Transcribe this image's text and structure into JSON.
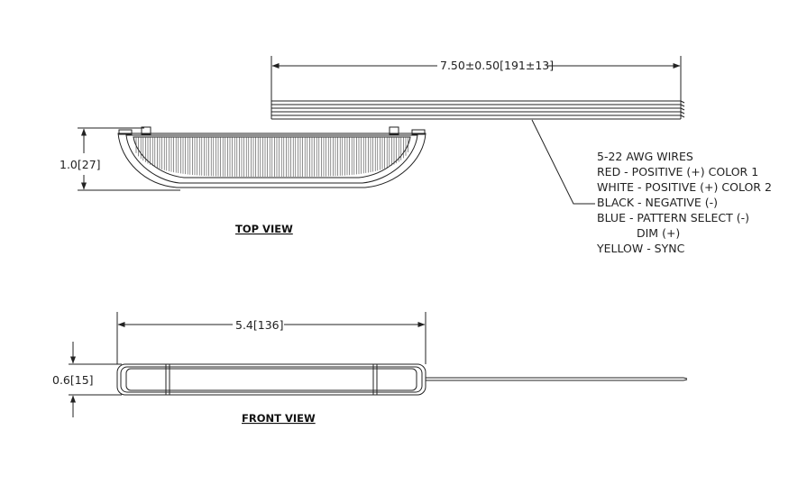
{
  "dimensions": {
    "wire_length": "7.50±0.50[191±13]",
    "top_height": "1.0[27]",
    "front_width": "5.4[136]",
    "front_height": "0.6[15]"
  },
  "views": {
    "top": "TOP VIEW",
    "front": "FRONT VIEW"
  },
  "wire_notes": [
    "5-22 AWG WIRES",
    "RED - POSITIVE (+) COLOR 1",
    "WHITE - POSITIVE (+) COLOR 2",
    "BLACK - NEGATIVE (-)",
    "BLUE - PATTERN SELECT (-)",
    "DIM (+)",
    "YELLOW - SYNC"
  ]
}
